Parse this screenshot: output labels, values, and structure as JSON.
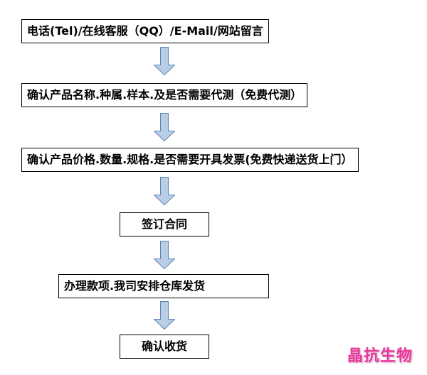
{
  "flow": {
    "steps": [
      "电话(Tel)/在线客服（QQ）/E-Mail/网站留言",
      "确认产品名称.种属.样本.及是否需要代测（免费代测）",
      "确认产品价格.数量.规格.是否需要开具发票(免费快递送货上门）",
      "签订合同",
      "办理款项.我司安排仓库发货",
      "确认收货"
    ]
  },
  "watermark": {
    "text": "晶抗生物",
    "color": "#e6399b"
  },
  "colors": {
    "arrow_fill": "#b9cde5",
    "arrow_stroke": "#5b83b6",
    "box_border": "#000000"
  }
}
